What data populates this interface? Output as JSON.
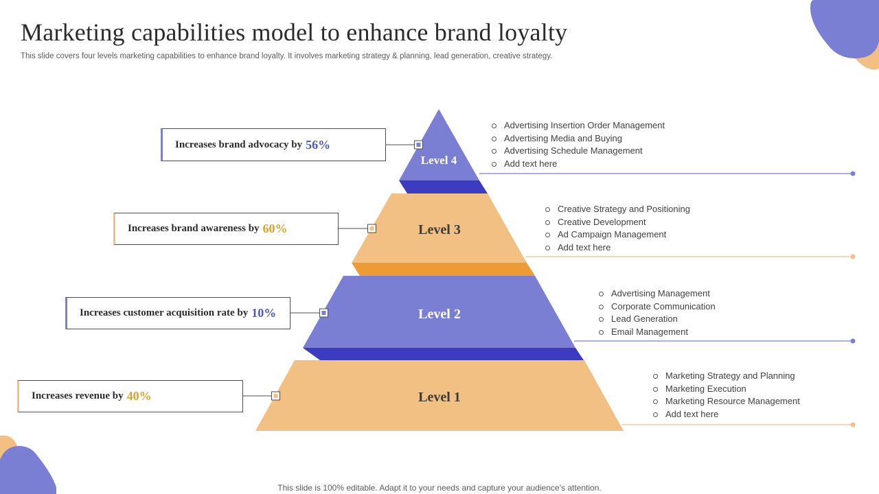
{
  "header": {
    "title": "Marketing capabilities model to enhance brand loyalty",
    "subtitle": "This slide covers four levels marketing capabilities to enhance brand loyalty. It involves marketing strategy & planning, lead generation, creative strategy."
  },
  "footer": {
    "text": "This slide is 100% editable. Adapt it to your needs and capture your audience’s attention."
  },
  "colors": {
    "purple": "#7b7fd4",
    "purple_dark": "#3b3cc0",
    "orange": "#f2c083",
    "orange_dark": "#ee9a35",
    "level4_text": "#ffffff",
    "level3_text": "#3a3a3a",
    "level2_text": "#ffffff",
    "level1_text": "#3a3a3a"
  },
  "levels": [
    {
      "label": "Level 4",
      "callout_text": "Increases brand advocacy by",
      "callout_value": "56%",
      "bullets": [
        "Advertising Insertion Order Management",
        "Advertising Media and Buying",
        "Advertising Schedule Management",
        "Add text here"
      ]
    },
    {
      "label": "Level 3",
      "callout_text": "Increases brand awareness by",
      "callout_value": "60%",
      "bullets": [
        "Creative Strategy and Positioning",
        "Creative Development",
        "Ad Campaign Management",
        "Add text here"
      ]
    },
    {
      "label": "Level 2",
      "callout_text": "Increases customer acquisition rate by",
      "callout_value": "10%",
      "bullets": [
        "Advertising Management",
        "Corporate Communication",
        "Lead Generation",
        "Email Management"
      ]
    },
    {
      "label": "Level 1",
      "callout_text": "Increases revenue by",
      "callout_value": "40%",
      "bullets": [
        "Marketing Strategy and Planning",
        "Marketing Execution",
        "Marketing Resource Management",
        "Add text here"
      ]
    }
  ]
}
